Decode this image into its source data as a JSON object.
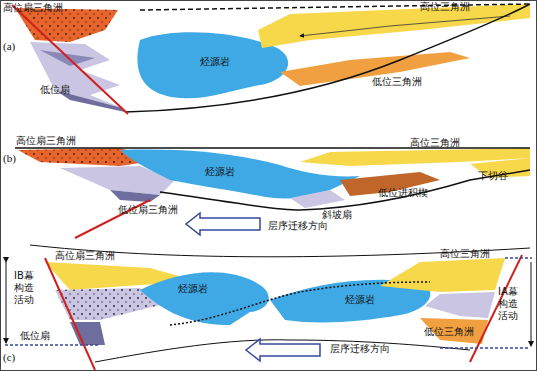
{
  "diagram": {
    "labels": [
      "(a)",
      "高位扇三角洲",
      "高位三角洲",
      "烃源岩",
      "低位扇",
      "低位三角洲",
      "(b)",
      "高位扇三角洲",
      "高位三角洲",
      "下切谷",
      "烃源岩",
      "低位进积楔",
      "斜坡扇",
      "低位扇三角洲",
      "层序迁移方向",
      "(c)",
      "高位扇三角洲",
      "高位三角洲",
      "烃源岩",
      "烃源岩",
      "层序迁移方向",
      "IB幕 构造 活动",
      "低位扇",
      "IA幕 构造 活动",
      "低位三角洲"
    ]
  }
}
